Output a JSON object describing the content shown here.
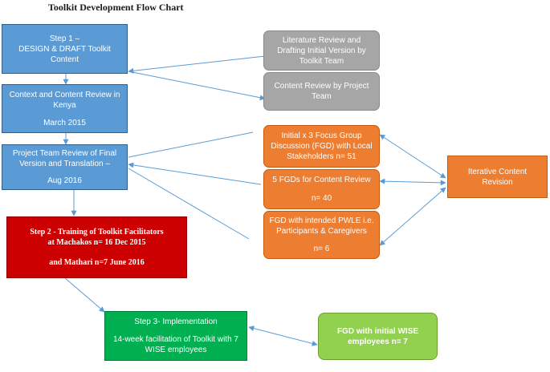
{
  "title": "Toolkit Development Flow Chart",
  "step1": {
    "line1": "Step 1 –",
    "line2": "DESIGN & DRAFT Toolkit",
    "line3": "Content"
  },
  "context_review": {
    "line1": "Context and Content Review in",
    "line2": "Kenya",
    "line3": "March 2015"
  },
  "team_review": {
    "line1": "Project Team Review of Final",
    "line2": "Version and Translation –",
    "line3": "Aug 2016"
  },
  "step2": {
    "line1": "Step 2 - Training of Toolkit Facilitators",
    "line2": "at Machakos n= 16 Dec 2015",
    "line3": "and Mathari n=7 June 2016"
  },
  "step3": {
    "line1": "Step 3- Implementation",
    "line2": "14-week facilitation of Toolkit with 7",
    "line3": "WISE employees"
  },
  "lit_review": {
    "line1": "Literature Review and",
    "line2": "Drafting Initial Version by",
    "line3": "Toolkit Team"
  },
  "content_review": {
    "line1": "Content Review by Project",
    "line2": "Team"
  },
  "fgd_initial": {
    "line1": "Initial x 3 Focus Group",
    "line2": "Discussion (FGD) with Local",
    "line3": "Stakeholders n= 51"
  },
  "fgd_content": {
    "line1": "5 FGDs  for Content Review",
    "line2": "n= 40"
  },
  "fgd_pwle": {
    "line1": "FGD with intended PWLE i.e.",
    "line2": "Participants & Caregivers",
    "line3": "n= 6"
  },
  "iterative": {
    "line1": "Iterative Content",
    "line2": "Revision"
  },
  "wise": {
    "line1": "FGD with initial WISE",
    "line2": "employees n= 7"
  },
  "colors": {
    "blue": "#5b9bd5",
    "grey": "#a6a6a6",
    "orange": "#ed7d31",
    "red": "#cc0000",
    "green": "#00b050",
    "lime": "#92d050",
    "arrow": "#5b9bd5"
  }
}
